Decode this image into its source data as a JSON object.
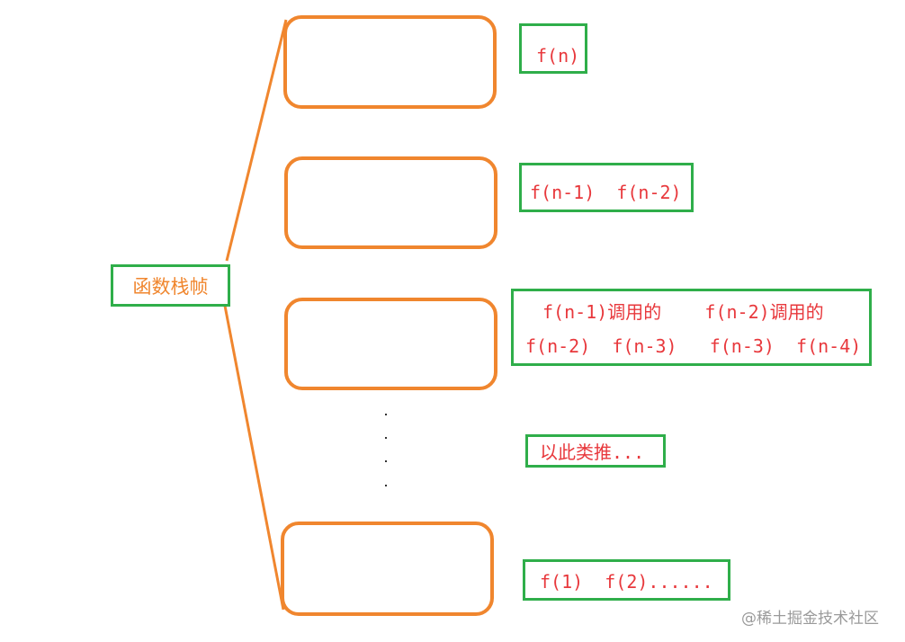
{
  "root_label": "函数栈帧",
  "nodes": [
    {
      "lines": [
        "f(n)"
      ]
    },
    {
      "lines": [
        "f(n-1)  f(n-2)"
      ]
    },
    {
      "lines": [
        "f(n-1)调用的    f(n-2)调用的",
        "f(n-2)  f(n-3)   f(n-3)  f(n-4)"
      ]
    },
    {
      "lines": [
        "以此类推..."
      ]
    },
    {
      "lines": [
        "f(1)  f(2)......"
      ]
    }
  ],
  "watermark": "@稀土掘金技术社区",
  "colors": {
    "frame": "#f0862e",
    "box": "#2fae4a",
    "text": "#e8383c"
  }
}
